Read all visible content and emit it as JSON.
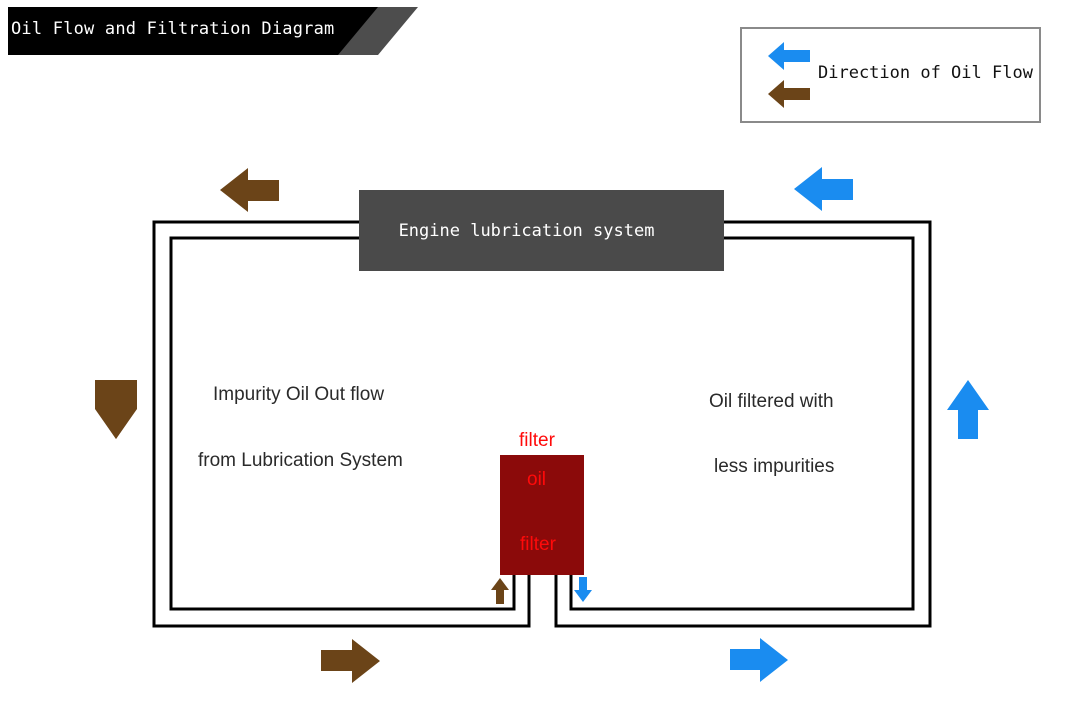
{
  "title": "Oil Flow and Filtration Diagram",
  "legend": {
    "label": "Direction of Oil Flow",
    "icons": [
      "clean-oil-arrow-icon",
      "impure-oil-arrow-icon"
    ]
  },
  "engine": {
    "label": "Engine lubrication system"
  },
  "left_note": {
    "line1": "Impurity Oil Out flow",
    "line2": "from Lubrication System"
  },
  "right_note": {
    "line1": "Oil filtered with",
    "line2": "less impurities"
  },
  "filter": {
    "top_label": "filter",
    "label_oil": "oil",
    "label_filter": "filter"
  },
  "colors": {
    "clean_oil": "#1a8cf0",
    "impure_oil": "#6b4418",
    "filter_body": "#8b0a0a",
    "filter_text": "#ff0a0a",
    "engine_box": "#4a4a4a",
    "title_banner": "#000000"
  }
}
